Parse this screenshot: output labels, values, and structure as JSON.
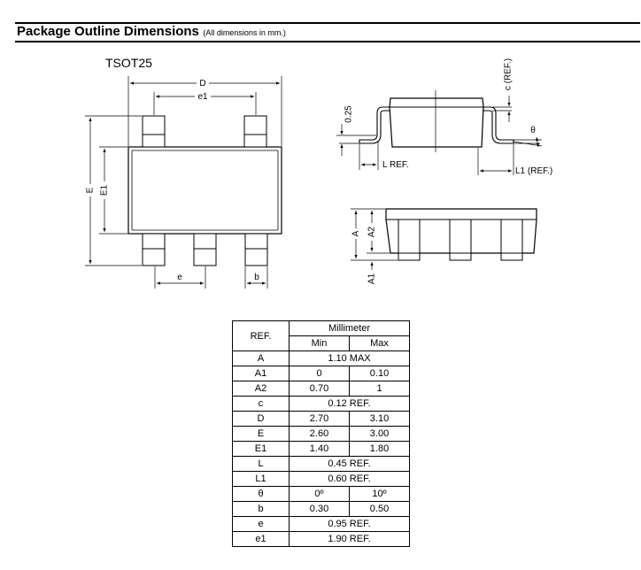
{
  "header": {
    "title": "Package Outline Dimensions",
    "subtitle": "(All dimensions in mm.)"
  },
  "package_name": "TSOT25",
  "top_view_labels": {
    "D": "D",
    "e1": "e1",
    "E": "E",
    "E1": "E1",
    "e": "e",
    "b": "b"
  },
  "side_view_labels": {
    "thickness": "0.25",
    "c": "c (REF.)",
    "theta": "θ",
    "L": "L REF.",
    "L1": "L1 (REF.)"
  },
  "end_view_labels": {
    "A": "A",
    "A2": "A2",
    "A1": "A1"
  },
  "table": {
    "ref_header": "REF.",
    "unit_header": "Millimeter",
    "min_header": "Min",
    "max_header": "Max",
    "rows": [
      {
        "ref": "A",
        "merged": "1.10 MAX"
      },
      {
        "ref": "A1",
        "min": "0",
        "max": "0.10"
      },
      {
        "ref": "A2",
        "min": "0.70",
        "max": "1"
      },
      {
        "ref": "c",
        "merged": "0.12 REF."
      },
      {
        "ref": "D",
        "min": "2.70",
        "max": "3.10"
      },
      {
        "ref": "E",
        "min": "2.60",
        "max": "3.00"
      },
      {
        "ref": "E1",
        "min": "1.40",
        "max": "1.80"
      },
      {
        "ref": "L",
        "merged": "0.45 REF."
      },
      {
        "ref": "L1",
        "merged": "0.60 REF."
      },
      {
        "ref": "θ",
        "min": "0º",
        "max": "10º"
      },
      {
        "ref": "b",
        "min": "0.30",
        "max": "0.50"
      },
      {
        "ref": "e",
        "merged": "0.95 REF."
      },
      {
        "ref": "e1",
        "merged": "1.90 REF."
      }
    ]
  }
}
